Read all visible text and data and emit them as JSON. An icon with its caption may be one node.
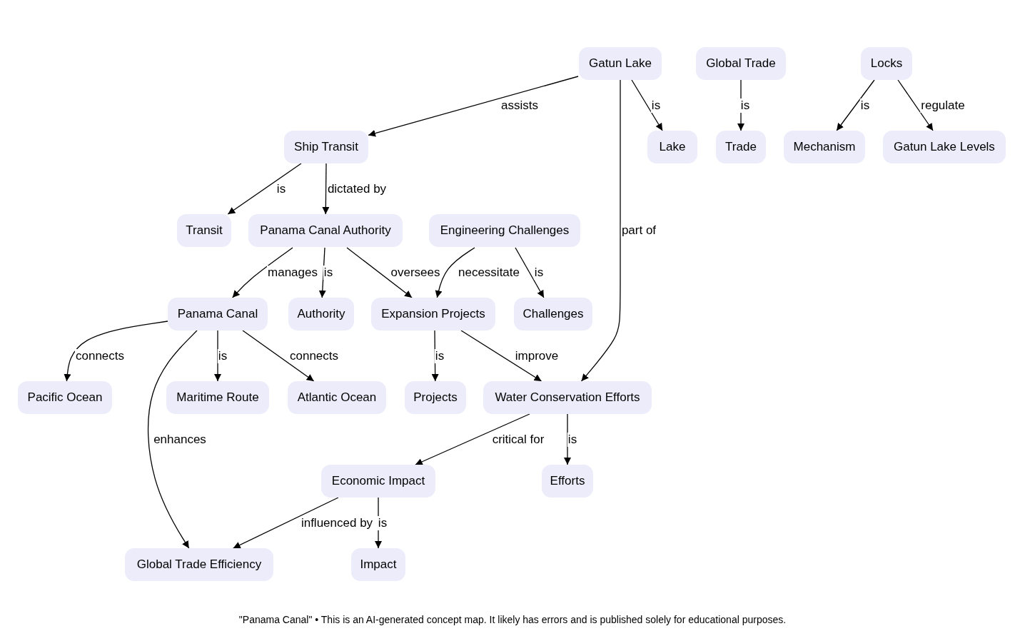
{
  "diagram": {
    "caption": "\"Panama Canal\" • This is an AI-generated concept map. It likely has errors and is published solely for educational purposes.",
    "nodes": [
      {
        "text": [
          "Gatun Lake"
        ]
      },
      {
        "text": [
          "Global Trade"
        ]
      },
      {
        "text": [
          "Locks"
        ]
      },
      {
        "text": [
          "Ship Transit"
        ]
      },
      {
        "text": [
          "Lake"
        ]
      },
      {
        "text": [
          "Trade"
        ]
      },
      {
        "text": [
          "Mechanism"
        ]
      },
      {
        "text": [
          "Gatun Lake Levels"
        ]
      },
      {
        "text": [
          "Transit"
        ]
      },
      {
        "text": [
          "Panama Canal Authority"
        ]
      },
      {
        "text": [
          "Engineering Challenges"
        ]
      },
      {
        "text": [
          "Panama Canal"
        ]
      },
      {
        "text": [
          "Authority"
        ]
      },
      {
        "text": [
          "Expansion Projects"
        ]
      },
      {
        "text": [
          "Challenges"
        ]
      },
      {
        "text": [
          "Pacific Ocean"
        ]
      },
      {
        "text": [
          "Maritime Route"
        ]
      },
      {
        "text": [
          "Atlantic Ocean"
        ]
      },
      {
        "text": [
          "Projects"
        ]
      },
      {
        "text": [
          "Water Conservation Efforts"
        ]
      },
      {
        "text": [
          "Economic Impact"
        ]
      },
      {
        "text": [
          "Efforts"
        ]
      },
      {
        "text": [
          "Global Trade Efficiency"
        ]
      },
      {
        "text": [
          "Impact"
        ]
      }
    ],
    "edges": [
      {
        "from": 0,
        "to": 3,
        "arrow": "to",
        "label": "assists"
      },
      {
        "from": 0,
        "to": 4,
        "arrow": "to",
        "label": "is"
      },
      {
        "from": 0,
        "to": 19,
        "arrow": "to",
        "label": "part of"
      },
      {
        "from": 1,
        "to": 5,
        "arrow": "to",
        "label": "is"
      },
      {
        "from": 2,
        "to": 6,
        "arrow": "to",
        "label": "is"
      },
      {
        "from": 2,
        "to": 7,
        "arrow": "to",
        "label": "regulate"
      },
      {
        "from": 3,
        "to": 8,
        "arrow": "to",
        "label": "is"
      },
      {
        "from": 3,
        "to": 9,
        "arrow": "to",
        "label": "dictated by"
      },
      {
        "from": 9,
        "to": 11,
        "arrow": "to",
        "label": "manages"
      },
      {
        "from": 9,
        "to": 12,
        "arrow": "to",
        "label": "is"
      },
      {
        "from": 9,
        "to": 13,
        "arrow": "to",
        "label": "oversees"
      },
      {
        "from": 10,
        "to": 13,
        "arrow": "to",
        "label": "necessitate"
      },
      {
        "from": 10,
        "to": 14,
        "arrow": "to",
        "label": "is"
      },
      {
        "from": 11,
        "to": 15,
        "arrow": "to",
        "label": "connects"
      },
      {
        "from": 11,
        "to": 22,
        "arrow": "to",
        "label": "enhances"
      },
      {
        "from": 11,
        "to": 16,
        "arrow": "to",
        "label": "is"
      },
      {
        "from": 11,
        "to": 17,
        "arrow": "to",
        "label": "connects"
      },
      {
        "from": 13,
        "to": 18,
        "arrow": "to",
        "label": "is"
      },
      {
        "from": 13,
        "to": 19,
        "arrow": "to",
        "label": "improve"
      },
      {
        "from": 19,
        "to": 20,
        "arrow": "to",
        "label": "critical for"
      },
      {
        "from": 19,
        "to": 21,
        "arrow": "to",
        "label": "is"
      },
      {
        "from": 20,
        "to": 22,
        "arrow": "to",
        "label": "influenced by"
      },
      {
        "from": 20,
        "to": 23,
        "arrow": "to",
        "label": "is"
      }
    ]
  }
}
